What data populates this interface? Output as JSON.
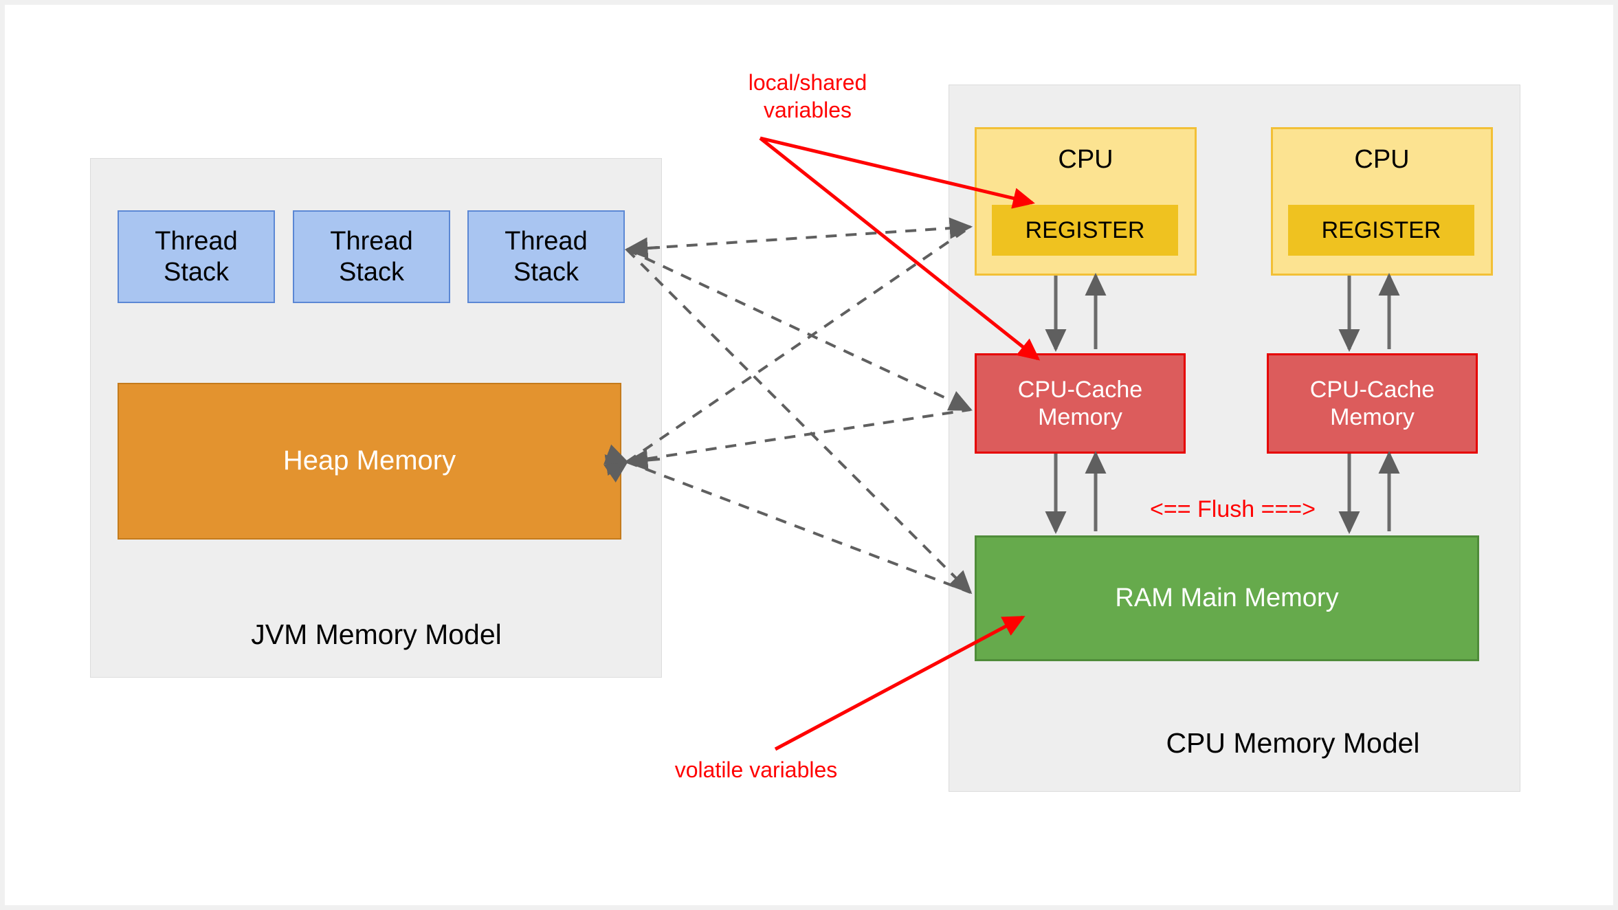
{
  "diagram": {
    "title_left": "JVM Memory Model",
    "title_right": "CPU Memory Model",
    "colors": {
      "panel_bg": "#eeeeee",
      "thread_stack": "#a9c5f1",
      "heap": "#e3932f",
      "cpu": "#fce391",
      "register": "#efc220",
      "cache": "#dc5c5c",
      "ram": "#66aa4c",
      "annotation_red": "#ff0000",
      "connector_gray": "#666666"
    }
  },
  "jvm_panel": {
    "title": "JVM Memory Model",
    "thread_stacks": [
      {
        "label": "Thread\nStack"
      },
      {
        "label": "Thread\nStack"
      },
      {
        "label": "Thread\nStack"
      }
    ],
    "heap": {
      "label": "Heap Memory"
    }
  },
  "cpu_panel": {
    "title": "CPU Memory Model",
    "cpus": [
      {
        "label": "CPU",
        "register_label": "REGISTER",
        "cache_label": "CPU-Cache\nMemory"
      },
      {
        "label": "CPU",
        "register_label": "REGISTER",
        "cache_label": "CPU-Cache\nMemory"
      }
    ],
    "ram": {
      "label": "RAM Main Memory"
    },
    "flush_label": "<== Flush ===>"
  },
  "annotations": [
    {
      "id": "local-shared",
      "text": "local/shared\nvariables"
    },
    {
      "id": "volatile",
      "text": "volatile variables"
    }
  ]
}
